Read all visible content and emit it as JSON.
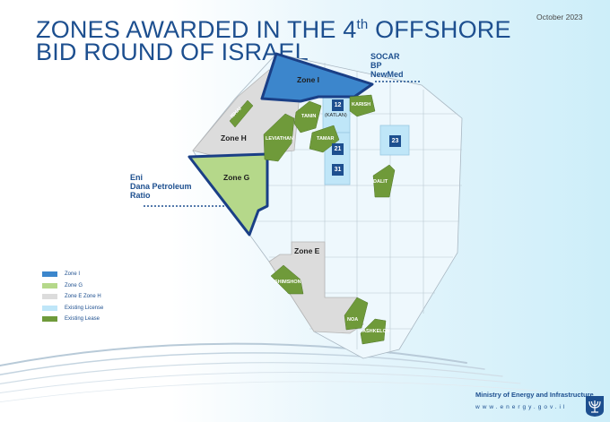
{
  "header": {
    "title_line1_pre": "ZONES AWARDED IN THE 4",
    "title_line1_sup": "th",
    "title_line1_post": " OFFSHORE",
    "title_line2": "BID ROUND OF ISRAEL",
    "date": "October 2023"
  },
  "operators": {
    "north": [
      "SOCAR",
      "BP",
      "NewMed"
    ],
    "west": [
      "Eni",
      "Dana Petroleum",
      "Ratio"
    ]
  },
  "zones": {
    "zone_i": "Zone I",
    "zone_g": "Zone G",
    "zone_h": "Zone H",
    "zone_e": "Zone E"
  },
  "leases": {
    "ishai": "ISHAI",
    "tanin": "TANIN",
    "karish": "KARISH",
    "leviathan": "LEVIATHAN",
    "tamar": "TAMAR",
    "dalit": "DALIT",
    "shimshon": "SHIMSHON",
    "noa": "NOA",
    "ashkelon": "ASHKELON"
  },
  "licenses": {
    "b12": "12",
    "katlan": "(KATLAN)",
    "b21": "21",
    "b31": "31",
    "b23": "23"
  },
  "legend": [
    {
      "label": "Zone I",
      "color": "#3c86cc"
    },
    {
      "label": "Zone G",
      "color": "#b5d88a"
    },
    {
      "label": "Zone E  Zone H",
      "color": "#dcdcdc"
    },
    {
      "label": "Existing License",
      "color": "#bfe6f8"
    },
    {
      "label": "Existing Lease",
      "color": "#6f9a3a"
    }
  ],
  "footer": {
    "ministry": "Ministry of Energy and Infrastructure",
    "website": "www.energy.gov.il"
  },
  "colors": {
    "title": "#1d4f8f",
    "zone_i": "#3c86cc",
    "zone_g": "#b5d88a",
    "zone_gray": "#dcdcdc",
    "license": "#bfe6f8",
    "lease": "#6f9a3a"
  }
}
